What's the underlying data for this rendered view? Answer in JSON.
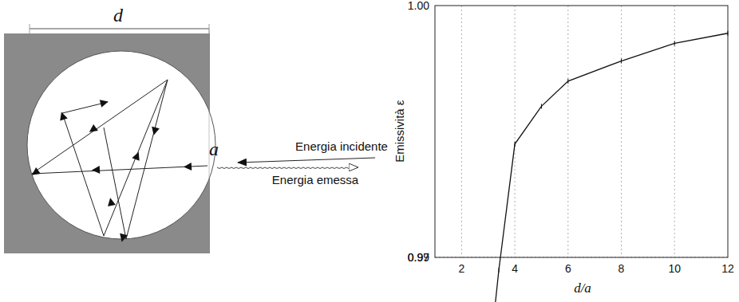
{
  "diagram": {
    "labels": [
      "d",
      "a",
      "Energia incidente",
      "Energia emessa",
      "1.00",
      "0.99",
      "0.98",
      "0.97",
      "2",
      "4",
      "6",
      "8",
      "10",
      "12",
      "Emissività ε",
      "d/a"
    ]
  }
}
